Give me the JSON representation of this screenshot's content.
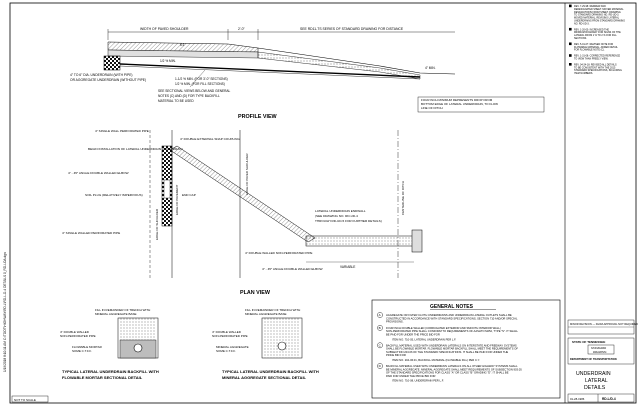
{
  "profile": {
    "title": "PROFILE VIEW",
    "shoulder_label": "WIDTH OF PAVED SHOULDER",
    "offset_label": "2'-0\"",
    "see_label": "SEE RD11-TS SERIES OF STANDARD DRAWING FOR DISTANCE",
    "slope_label": "4\" MIN.",
    "ratio_label": "6:1",
    "grade_label": "1/2 % MIN.",
    "pipe_label_1": "4\" TO 6\" DIA. UNDERDRAIN (WITH PIPE)",
    "pipe_label_2": "OR AGGREGATE UNDERDRAIN (WITHOUT PIPE)",
    "depth_note_1": "1-1/2 % MIN. (FOR 3'-0\" SECTIONS)",
    "depth_note_2": "1/2 % MIN. (FOR FILL SECTIONS)",
    "section_note_1": "SEE SECTIONAL VIEWS BELOW AND GENERAL",
    "section_note_2": "NOTES (C) AND (D) FOR TYPE BACKFILL",
    "section_note_3": "MATERIAL TO BE USED",
    "drop_note_1": "FOUR INCH MINIMUM REPRESENTS DROP FROM",
    "drop_note_2": "BOTTOM EDGE OF LATERAL UNDERDRAIN, TO FLOW",
    "drop_note_3": "LINE OF DITCH"
  },
  "plan": {
    "title": "PLAN VIEW",
    "label_single_wall": "4\" SINGLE WALL PERFORATED PIPE",
    "label_begin": "BEGIN INSTALLATION OF LATERAL UNDERDRAIN UNDERDRAIN",
    "label_elbow": "4\" - 45° ANGLE DOUBLE WALLED ELBOW",
    "label_soil_plug": "SOIL PLUG (RELATIVELY IMPERVIOUS)",
    "label_single_wall_2": "4\" SINGLE WALLED PERFORATED PIPE",
    "label_double_coupling": "4\" DOUBLE EXTERNAL SNAP COUPLING",
    "label_end_cap": "END CAP",
    "label_non_perf": "4\" DOUBLE WALLED NON-PERFORATED PIPE",
    "label_elbow_2": "4\" - 45° ANGLE DOUBLE WALLED ELBOW",
    "label_endwall_1": "LATERAL UNDERDRAIN ENDWALL",
    "label_endwall_2": "(SEE DRAWING NO. RD-UD-4",
    "label_endwall_3": "THROUGH RD-UD-5 FOR FURTHER DETAILS)",
    "edge_shoulder": "EDGE OF SHOULDER",
    "edge_pavement": "EDGE OF PAVEMENT",
    "edge_paved": "EDGE OF PAVED SHOULDER",
    "ditch_center": "CENTERLINE OF DITCH",
    "variable": "VARIABLE"
  },
  "details": {
    "left": {
      "fill_note_1": "FILL IN REMAINDER OF TRENCH WITH",
      "fill_note_2": "MINERAL AGGREGATE BASE",
      "pipe_note_1": "4\" DOUBLE WALLED",
      "pipe_note_2": "NON-PERFORATED PIPE",
      "mortar_note_1": "FLOWABLE MORTAR",
      "mortar_note_2": "SOME C.T.F.F.",
      "title_1": "TYPICAL LATERAL UNDERDRAIN BACKFILL WITH",
      "title_2": "FLOWABLE MORTAR SECTIONAL DETAIL"
    },
    "right": {
      "fill_note_1": "FILL IN REMAINDER OF TRENCH WITH",
      "fill_note_2": "MINERAL AGGREGATE BASE",
      "pipe_note_1": "4\" DOUBLE WALLED",
      "pipe_note_2": "NON-PERFORATED PIPE",
      "agg_note_1": "MINERAL AGGREGATE",
      "agg_note_2": "SOME C.T.F.F.",
      "title_1": "TYPICAL LATERAL UNDERDRAIN BACKFILL WITH",
      "title_2": "MINERAL AGGREGATE SECTIONAL DETAIL"
    }
  },
  "general_notes": {
    "title": "GENERAL NOTES",
    "notes": [
      {
        "letter": "A",
        "text": "AGGREGATE OR FILTER CLOTH UNDERDRAINS AND UNDERDRAIN LATERAL OUTLETS SHALL BE CONSTRUCTED IN ACCORDANCE WITH STANDARD SPECIFICATIONS, SECTION 710 AND/OR SPECIAL PROVISIONS.",
        "item": ""
      },
      {
        "letter": "B",
        "text": "FOUR INCH DOUBLE WALLED (CORRUGATED EXTERIOR AND SMOOTH INTERIOR WALL) NON-PERFORATED PIPE SHALL CONFORM TO REQUIREMENTS OF AASHTO M252, TYPE \"S\". IT SHALL BE PAID FOR UNDER THE PRICE BID FOR",
        "item": "ITEM NO. 710-05,     LATERAL UNDERDRAIN     PER L.F."
      },
      {
        "letter": "C",
        "text": "BACKFILL MATERIAL USED WITH UNDERDRAIN LATERALS ON INTERSTATE AND FREEWAY SYSTEMS SHALL BE FLOWABLE MORTAR. FLOWABLE MORTAR BACKFILL SHALL MEET THE REQUIREMENTS OF SUBSECTION 204.06 OF THE STANDARD SPECIFICATIONS. IT SHALL BE PAID FOR UNDER THE PRICE BID FOR",
        "item": "ITEM NO. 204-06.01,   BACKFILL MATERIAL (FLOWABLE FILL)   PER C.Y."
      },
      {
        "letter": "D",
        "text": "BACKFILL MATERIAL USED WITH UNDERDRAIN LATERALS ON ALL OTHER HIGHWAY SYSTEMS SHALL BE MINERAL AGGREGATE. MINERAL AGGREGATE SHALL MEET REQUIREMENTS OF SUBSECTION 903.05 OF THE STANDARD SPECIFICATIONS FOR CLASS \"A\" OR CLASS \"B\" GRADING \"D\". IT SHALL BE PAID FOR UNDER THE PRICE BID FOR",
        "item": "ITEM NO. 710-08,     UNDERDRAIN     PER L.F."
      }
    ]
  },
  "revisions": [
    "REV. 7-29-98: REDREW AND REDESIGNATED SHEET. MOVED MATERIAL DESIGNATIONS FROM SHEET. DRAWING TO STANDARD DRAWING NO. RD-UD-3. MOVED MATERIAL, REVISING LATERAL UNDERDRAINS FROM STANDARD DRAWING NO. RD-UD-3.",
    "REV. 1-20-00: INCREASED THE MINIMUM ROADWAY FOR SIGNS OF THE LATERAL FROM 1 % TO 2 % FOR FILL SECTIONS.",
    "REV. 5-01-07: REVISED NOTE FOR FLOWABLE MATERIAL. ADDED DETAIL FOR FLOWABLE NOTE (C).",
    "REV. 1-31-08: CORRECTED REFERENCE TO VIEW THAN FREELY VIEW.",
    "REV. 04-24-18: REVISED ALL DETAILS TO BE CONSISTENT WITH THE 2015 STANDARD SPECIFICATIONS, INCLUDING ITEM NUMBERS."
  ],
  "revision_table": {
    "row_1": "MINOR REVISION — FHWA APPROVAL NOT REQUIRED",
    "row_2": ""
  },
  "title_block": {
    "state": "STATE OF TENNESSEE",
    "dept_1": "STANDARD",
    "dept_2": "DRAWING",
    "dept_3": "DEPARTMENT OF TRANSPORTATION",
    "drawing_title_1": "UNDERDRAIN",
    "drawing_title_2": "LATERAL",
    "drawing_title_3": "DETAILS",
    "date": "01-28-1986",
    "number": "RD-L/D-4"
  },
  "footer": {
    "not_to_scale": "NOT TO SCALE",
    "side_stamp": "1/19/2018 8:10:11 AM  C:\\TDOT\\HIGHWAY\\RD-L\\RD-L-D-4 DETAILS 0_RD-LOA.dgn"
  },
  "colors": {
    "line": "#000000",
    "hatch": "#555555",
    "fill_dark": "#1a1a1a",
    "fill_gray": "#bdbdbd",
    "paper": "#ffffff"
  }
}
